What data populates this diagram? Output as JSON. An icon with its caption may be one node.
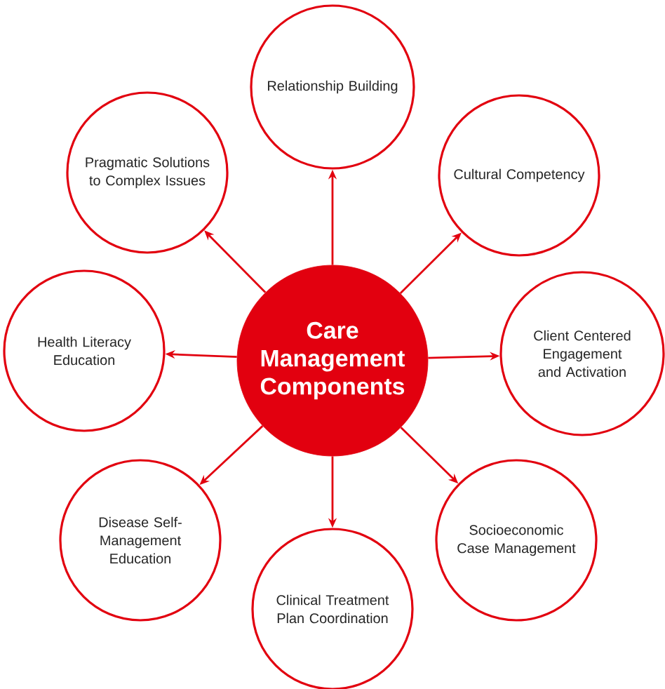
{
  "diagram": {
    "nodes": [
      {
        "text": [
          "Care Management Components"
        ]
      },
      {
        "text": [
          "Relationship Building"
        ]
      },
      {
        "text": [
          "Cultural Competency"
        ]
      },
      {
        "text": [
          "Client Centered Engagement and Activation"
        ]
      },
      {
        "text": [
          "Socioeconomic Case Management"
        ]
      },
      {
        "text": [
          "Clinical Treatment Plan Coordination"
        ]
      },
      {
        "text": [
          "Disease Self-Management Education"
        ]
      },
      {
        "text": [
          "Health Literacy Education"
        ]
      },
      {
        "text": [
          "Pragmatic Solutions to Complex Issues"
        ]
      }
    ],
    "edges": [
      {
        "from": 0,
        "to": 1,
        "arrow": "to"
      },
      {
        "from": 0,
        "to": 2,
        "arrow": "to"
      },
      {
        "from": 0,
        "to": 3,
        "arrow": "to"
      },
      {
        "from": 0,
        "to": 4,
        "arrow": "to"
      },
      {
        "from": 0,
        "to": 5,
        "arrow": "to"
      },
      {
        "from": 0,
        "to": 6,
        "arrow": "to"
      },
      {
        "from": 0,
        "to": 7,
        "arrow": "to"
      },
      {
        "from": 0,
        "to": 8,
        "arrow": "to"
      }
    ]
  }
}
